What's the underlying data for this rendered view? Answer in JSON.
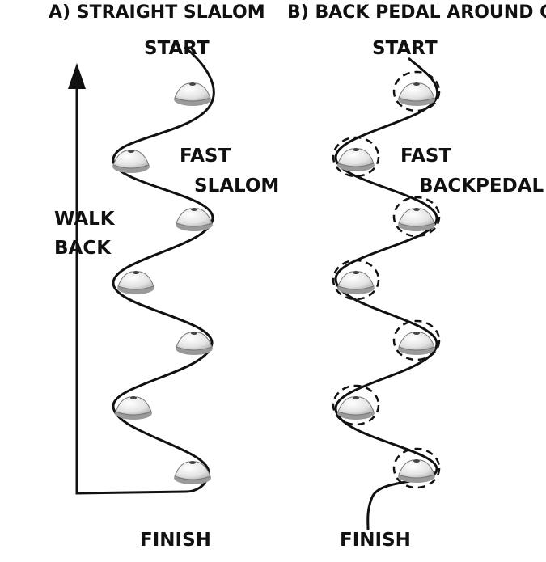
{
  "panel_a": {
    "title": "A) STRAIGHT SLALOM",
    "start_label": "START",
    "finish_label": "FINISH",
    "action_line1": "FAST",
    "action_line2": "SLALOM",
    "return_line1": "WALK",
    "return_line2": "BACK"
  },
  "panel_b": {
    "title": "B) BACK PEDAL AROUND CONES",
    "start_label": "START",
    "finish_label": "FINISH",
    "action_line1": "FAST",
    "action_line2": "BACKPEDAL"
  },
  "colors": {
    "ink": "#111111",
    "cone_body": "#e6e6e6",
    "cone_shadow": "#9a9a9a",
    "background": "#ffffff"
  }
}
